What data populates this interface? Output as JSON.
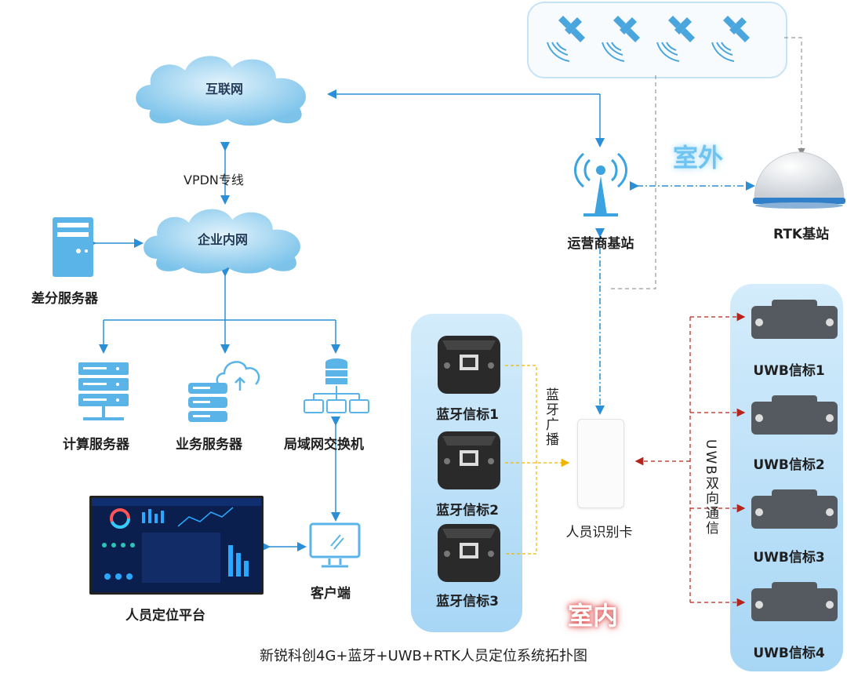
{
  "clouds": {
    "internet": "互联网",
    "intranet": "企业内网"
  },
  "links": {
    "vpdn": "VPDN专线"
  },
  "servers": {
    "diff_server": "差分服务器",
    "compute_server": "计算服务器",
    "business_server": "业务服务器",
    "lan_switch": "局域网交换机"
  },
  "platform": {
    "label": "人员定位平台",
    "client": "客户端"
  },
  "outdoor": {
    "tag": "室外",
    "carrier_station": "运营商基站",
    "rtk_station": "RTK基站"
  },
  "indoor": {
    "tag": "室内"
  },
  "bluetooth": {
    "beacons": [
      "蓝牙信标1",
      "蓝牙信标2",
      "蓝牙信标3"
    ],
    "broadcast": "蓝牙广播"
  },
  "card": {
    "label": "人员识别卡"
  },
  "uwb": {
    "beacons": [
      "UWB信标1",
      "UWB信标2",
      "UWB信标3",
      "UWB信标4"
    ],
    "comm": "UWB双向通信"
  },
  "footer": {
    "title": "新锐科创4G+蓝牙+UWB+RTK人员定位系统拓扑图"
  },
  "colors": {
    "blue_line": "#2a8fd6",
    "grey_dash": "#9a9a9a",
    "yellow_dash": "#f0b400",
    "red_dash": "#b5241c"
  }
}
